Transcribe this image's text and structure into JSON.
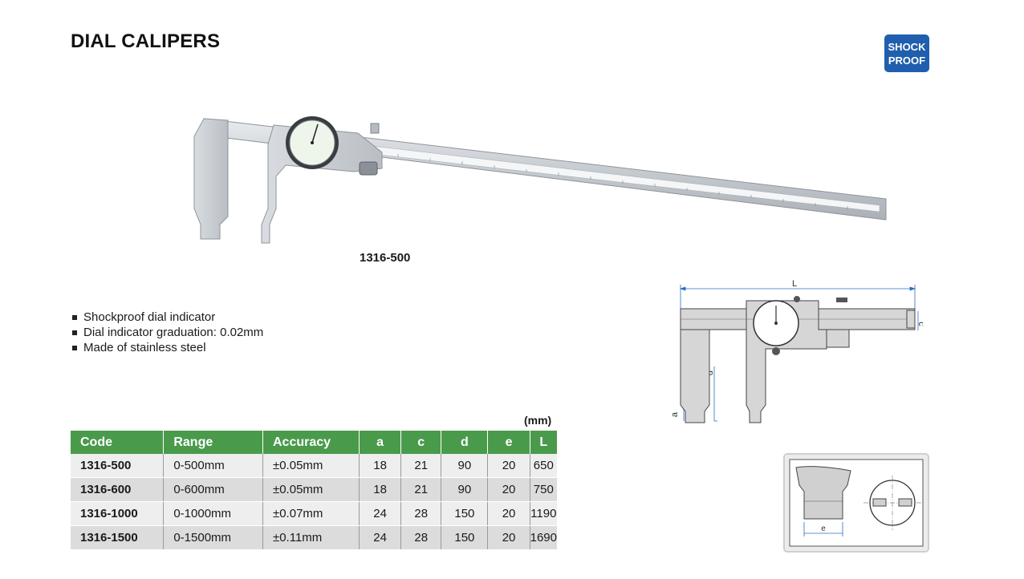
{
  "page": {
    "title": "DIAL CALIPERS",
    "badge_line1": "SHOCK",
    "badge_line2": "PROOF",
    "model_label": "1316-500"
  },
  "features": [
    "Shockproof dial indicator",
    "Dial indicator graduation: 0.02mm",
    "Made of stainless steel"
  ],
  "table": {
    "unit": "(mm)",
    "headers": [
      "Code",
      "Range",
      "Accuracy",
      "a",
      "c",
      "d",
      "e",
      "L"
    ],
    "rows": [
      [
        "1316-500",
        "0-500mm",
        "±0.05mm",
        "18",
        "21",
        "90",
        "20",
        "650"
      ],
      [
        "1316-600",
        "0-600mm",
        "±0.05mm",
        "18",
        "21",
        "90",
        "20",
        "750"
      ],
      [
        "1316-1000",
        "0-1000mm",
        "±0.07mm",
        "24",
        "28",
        "150",
        "20",
        "1190"
      ],
      [
        "1316-1500",
        "0-1500mm",
        "±0.11mm",
        "24",
        "28",
        "150",
        "20",
        "1690"
      ]
    ]
  },
  "diagram": {
    "dim_L": "L",
    "dim_c": "c",
    "dim_d": "d",
    "dim_a": "a",
    "dim_e": "e"
  },
  "colors": {
    "header_green": "#4a9a4c",
    "badge_blue": "#1f5fae",
    "dimension_blue": "#2b6cc4"
  }
}
